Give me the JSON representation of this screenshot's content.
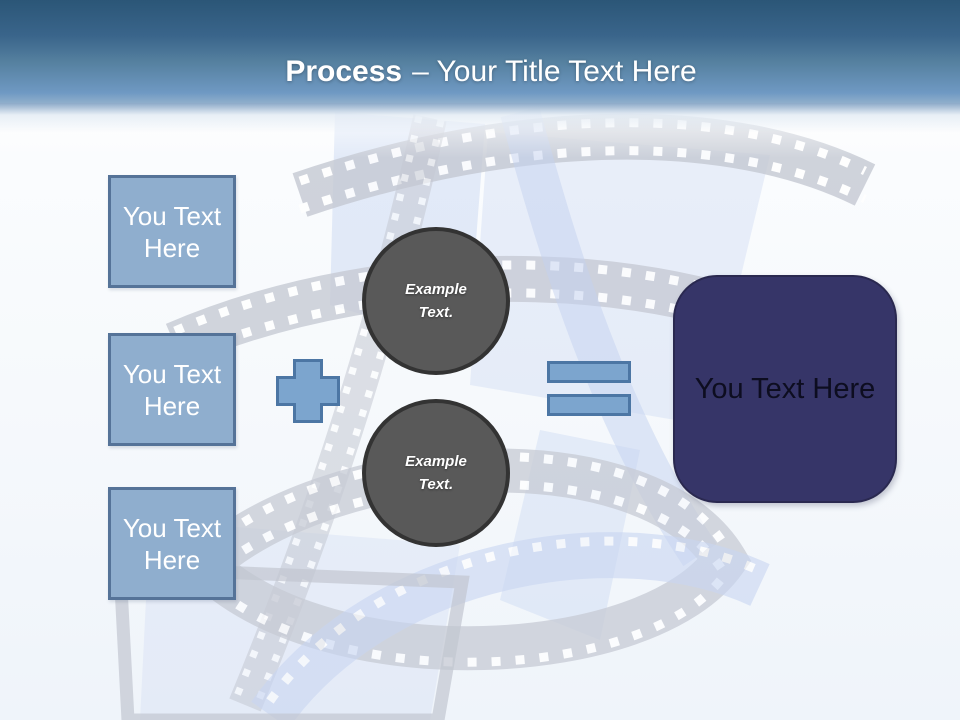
{
  "header": {
    "title_bold": "Process",
    "title_rest": "– Your Title Text Here"
  },
  "diagram": {
    "input_boxes": [
      {
        "label": "You Text Here"
      },
      {
        "label": "You Text Here"
      },
      {
        "label": "You Text Here"
      }
    ],
    "example_circles": [
      {
        "label": "Example Text."
      },
      {
        "label": "Example Text."
      }
    ],
    "result_box": {
      "label": "You Text Here"
    }
  },
  "colors": {
    "header_top": "#2B5677",
    "header_bottom": "#8FAECB",
    "title_text": "#FFFFFF",
    "input_box_fill": "#8FAECE",
    "input_box_border": "#557398",
    "operator_fill": "#7CA5CE",
    "operator_border": "#4C76A4",
    "circle_fill": "#595959",
    "circle_border": "#333333",
    "result_fill": "#363568",
    "result_border": "#2A2950",
    "result_text": "#0D0D20",
    "film_gray": "#C5C9D3",
    "film_blue": "#C9D7F2"
  }
}
